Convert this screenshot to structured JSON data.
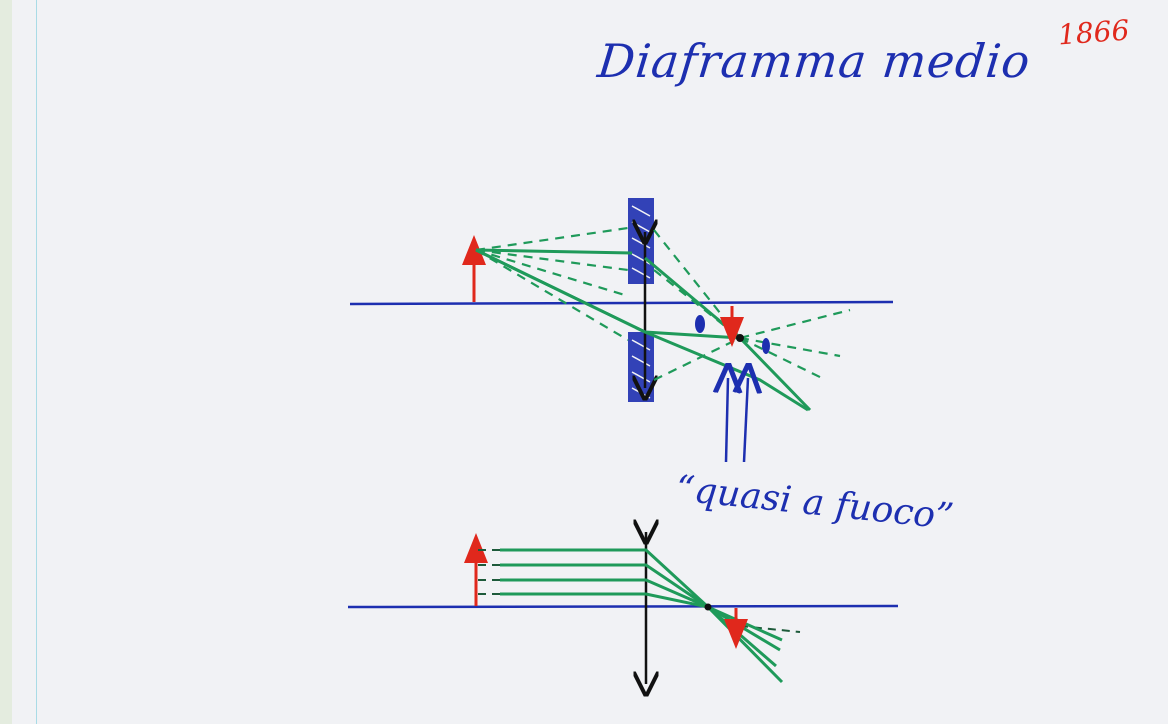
{
  "diagram": {
    "title": "Diaframma medio",
    "page_number": "1866",
    "caption": "“quasi a fuoco”"
  },
  "colors": {
    "paper": "#f1f2f5",
    "ink_blue": "#1d2fb0",
    "ink_green": "#1f9a5a",
    "ink_red": "#e0281c",
    "ink_black": "#111111",
    "margin_line": "#a9dbe6"
  }
}
